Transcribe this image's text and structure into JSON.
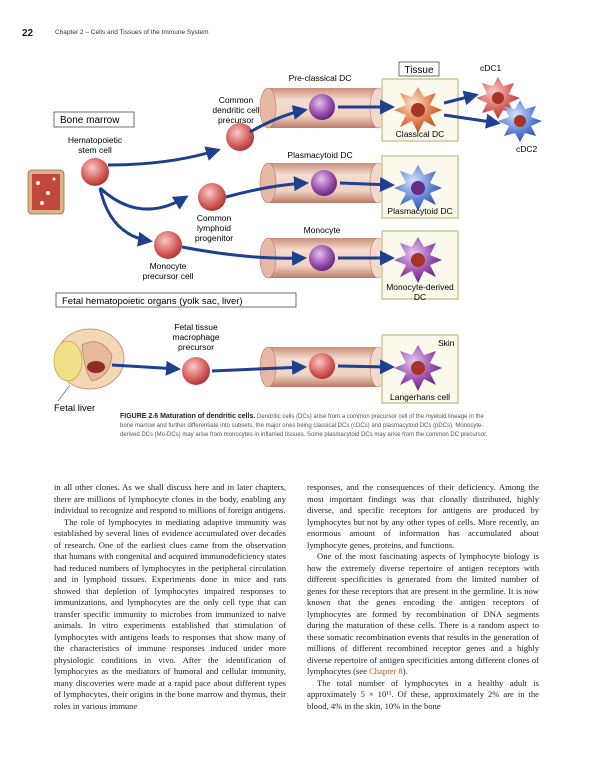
{
  "header": {
    "page_number": "22",
    "running_head": "Chapter 2 – Cells and Tissues of the Immune System"
  },
  "figure": {
    "labels": {
      "bone_marrow": "Bone marrow",
      "hsc": [
        "Hematopoietic",
        "stem cell"
      ],
      "cdp": [
        "Common",
        "dendritic cell",
        "precursor"
      ],
      "clp": [
        "Common",
        "lymphoid",
        "progenitor"
      ],
      "monocyte_precursor": [
        "Monocyte",
        "precursor cell"
      ],
      "pre_classical_dc": "Pre-classical DC",
      "plasmacytoid_dc_blood": "Plasmacytoid DC",
      "monocyte": "Monocyte",
      "tissue": "Tissue",
      "classical_dc": "Classical DC",
      "plasmacytoid_dc_tissue": "Plasmacytoid DC",
      "monocyte_derived_dc": [
        "Monocyte-derived",
        "DC"
      ],
      "cdc1": "cDC1",
      "cdc2": "cDC2",
      "fetal_organs": "Fetal hematopoietic organs (yolk sac, liver)",
      "fetal_tissue_macrophage": [
        "Fetal tissue",
        "macrophage",
        "precursor"
      ],
      "skin": "Skin",
      "langerhans_cell": "Langerhans cell",
      "fetal_liver": "Fetal liver"
    },
    "caption": {
      "lead": "FIGURE 2.6 Maturation of dendritic cells.",
      "text": "Dendritic cells (DCs) arise from a common precursor cell of the myeloid lineage in the bone marrow and further differentiate into subsets, the major ones being classical DCs (cDCs) and plasmacytoid DCs (pDCs). Monocyte-derived DCs (Mo-DCs) may arise from monocytes in inflamed tissues. Some plasmacytoid DCs may arise from the common DC precursor."
    }
  },
  "body": {
    "left": [
      "in all other clones. As we shall discuss here and in later chapters, there are millions of lymphocyte clones in the body, enabling any individual to recognize and respond to millions of foreign antigens.",
      "The role of lymphocytes in mediating adaptive immunity was established by several lines of evidence accumulated over decades of research. One of the earliest clues came from the observation that humans with congenital and acquired immunodeficiency states had reduced numbers of lymphocytes in the peripheral circulation and in lymphoid tissues. Experiments done in mice and rats showed that depletion of lymphocytes impaired responses to immunizations, and lymphocytes are the only cell type that can transfer specific immunity to microbes from immunized to naive animals. In vitro experiments established that stimulation of lymphocytes with antigens leads to responses that show many of the characteristics of immune responses induced under more physiologic conditions in vivo. After the identification of lymphocytes as the mediators of humoral and cellular immunity, many discoveries were made at a rapid pace about different types of lymphocytes, their origins in the bone marrow and thymus, their roles in various immune"
    ],
    "right_p1": "responses, and the consequences of their deficiency. Among the most important findings was that clonally distributed, highly diverse, and specific receptors for antigens are produced by lymphocytes but not by any other types of cells. More recently, an enormous amount of information has accumulated about lymphocyte genes, proteins, and functions.",
    "right_p2_pre": "One of the most fascinating aspects of lymphocyte biology is how the extremely diverse repertoire of antigen receptors with different specificities is generated from the limited number of genes for these receptors that are present in the germline. It is now known that the genes encoding the antigen receptors of lymphocytes are formed by recombination of DNA segments during the maturation of these cells. There is a random aspect to these somatic recombination events that results in the generation of millions of different recombined receptor genes and a highly diverse repertoire of antigen specificities among different clones of lymphocytes (see ",
    "right_p2_link": "Chapter 8",
    "right_p2_post": ").",
    "right_p3": "The total number of lymphocytes in a healthy adult is approximately 5 × 10¹¹. Of these, approximately 2% are in the blood, 4% in the skin, 10% in the bone"
  },
  "colors": {
    "dc_red": "#d23b3a",
    "dc_blue": "#3b6fd0",
    "dc_purple": "#8a3a9a",
    "arrow": "#1f3f8f",
    "tissue_box": "#c9c99a",
    "vessel": "#e8c7b3"
  }
}
